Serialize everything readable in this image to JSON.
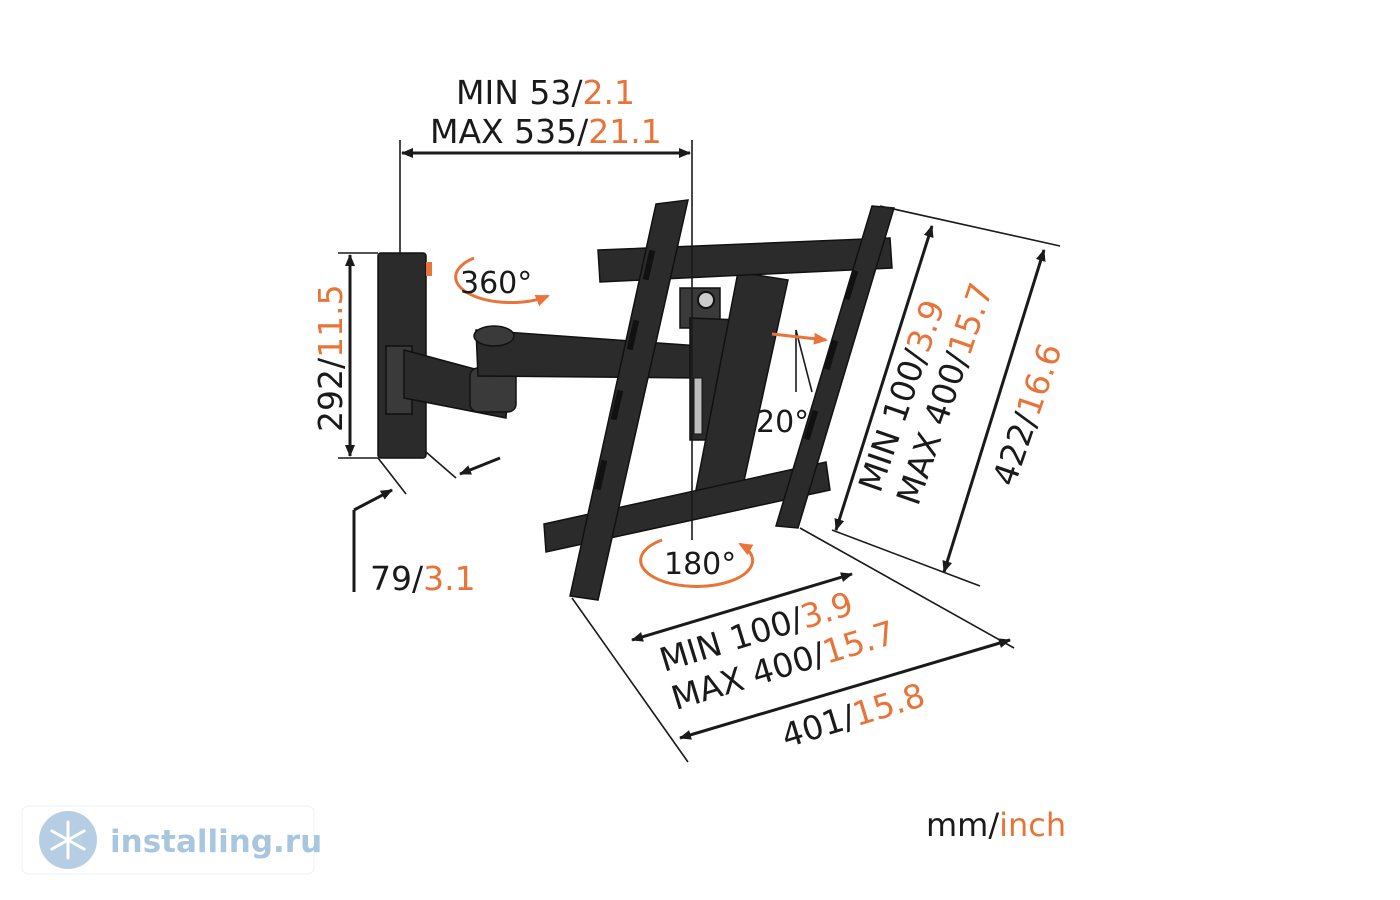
{
  "labels": {
    "arm_min_mm": "MIN 53/",
    "arm_min_in": "2.1",
    "arm_max_mm": "MAX 535/",
    "arm_max_in": "21.1",
    "wallplate_h_mm": "292/",
    "wallplate_h_in": "11.5",
    "depth_mm": "79/",
    "depth_in": "3.1",
    "vesa_v_min_mm": "MIN 100/",
    "vesa_v_min_in": "3.9",
    "vesa_v_max_mm": "MAX 400/",
    "vesa_v_max_in": "15.7",
    "frame_h_mm": "422/",
    "frame_h_in": "16.6",
    "vesa_h_min_mm": "MIN 100/",
    "vesa_h_min_in": "3.9",
    "vesa_h_max_mm": "MAX 400/",
    "vesa_h_max_in": "15.7",
    "frame_w_mm": "401/",
    "frame_w_in": "15.8",
    "rotation_swivel": "360°",
    "rotation_tilt": "20°",
    "rotation_turn": "180°",
    "units_mm": "mm/",
    "units_in": "inch"
  },
  "watermark": {
    "text": "installing.ru",
    "icon": "snowflake-icon"
  },
  "colors": {
    "accent": "#e8743a",
    "ink": "#1a1a1a",
    "mount": "#2b2b2b",
    "watermark": "#a9c6df"
  }
}
